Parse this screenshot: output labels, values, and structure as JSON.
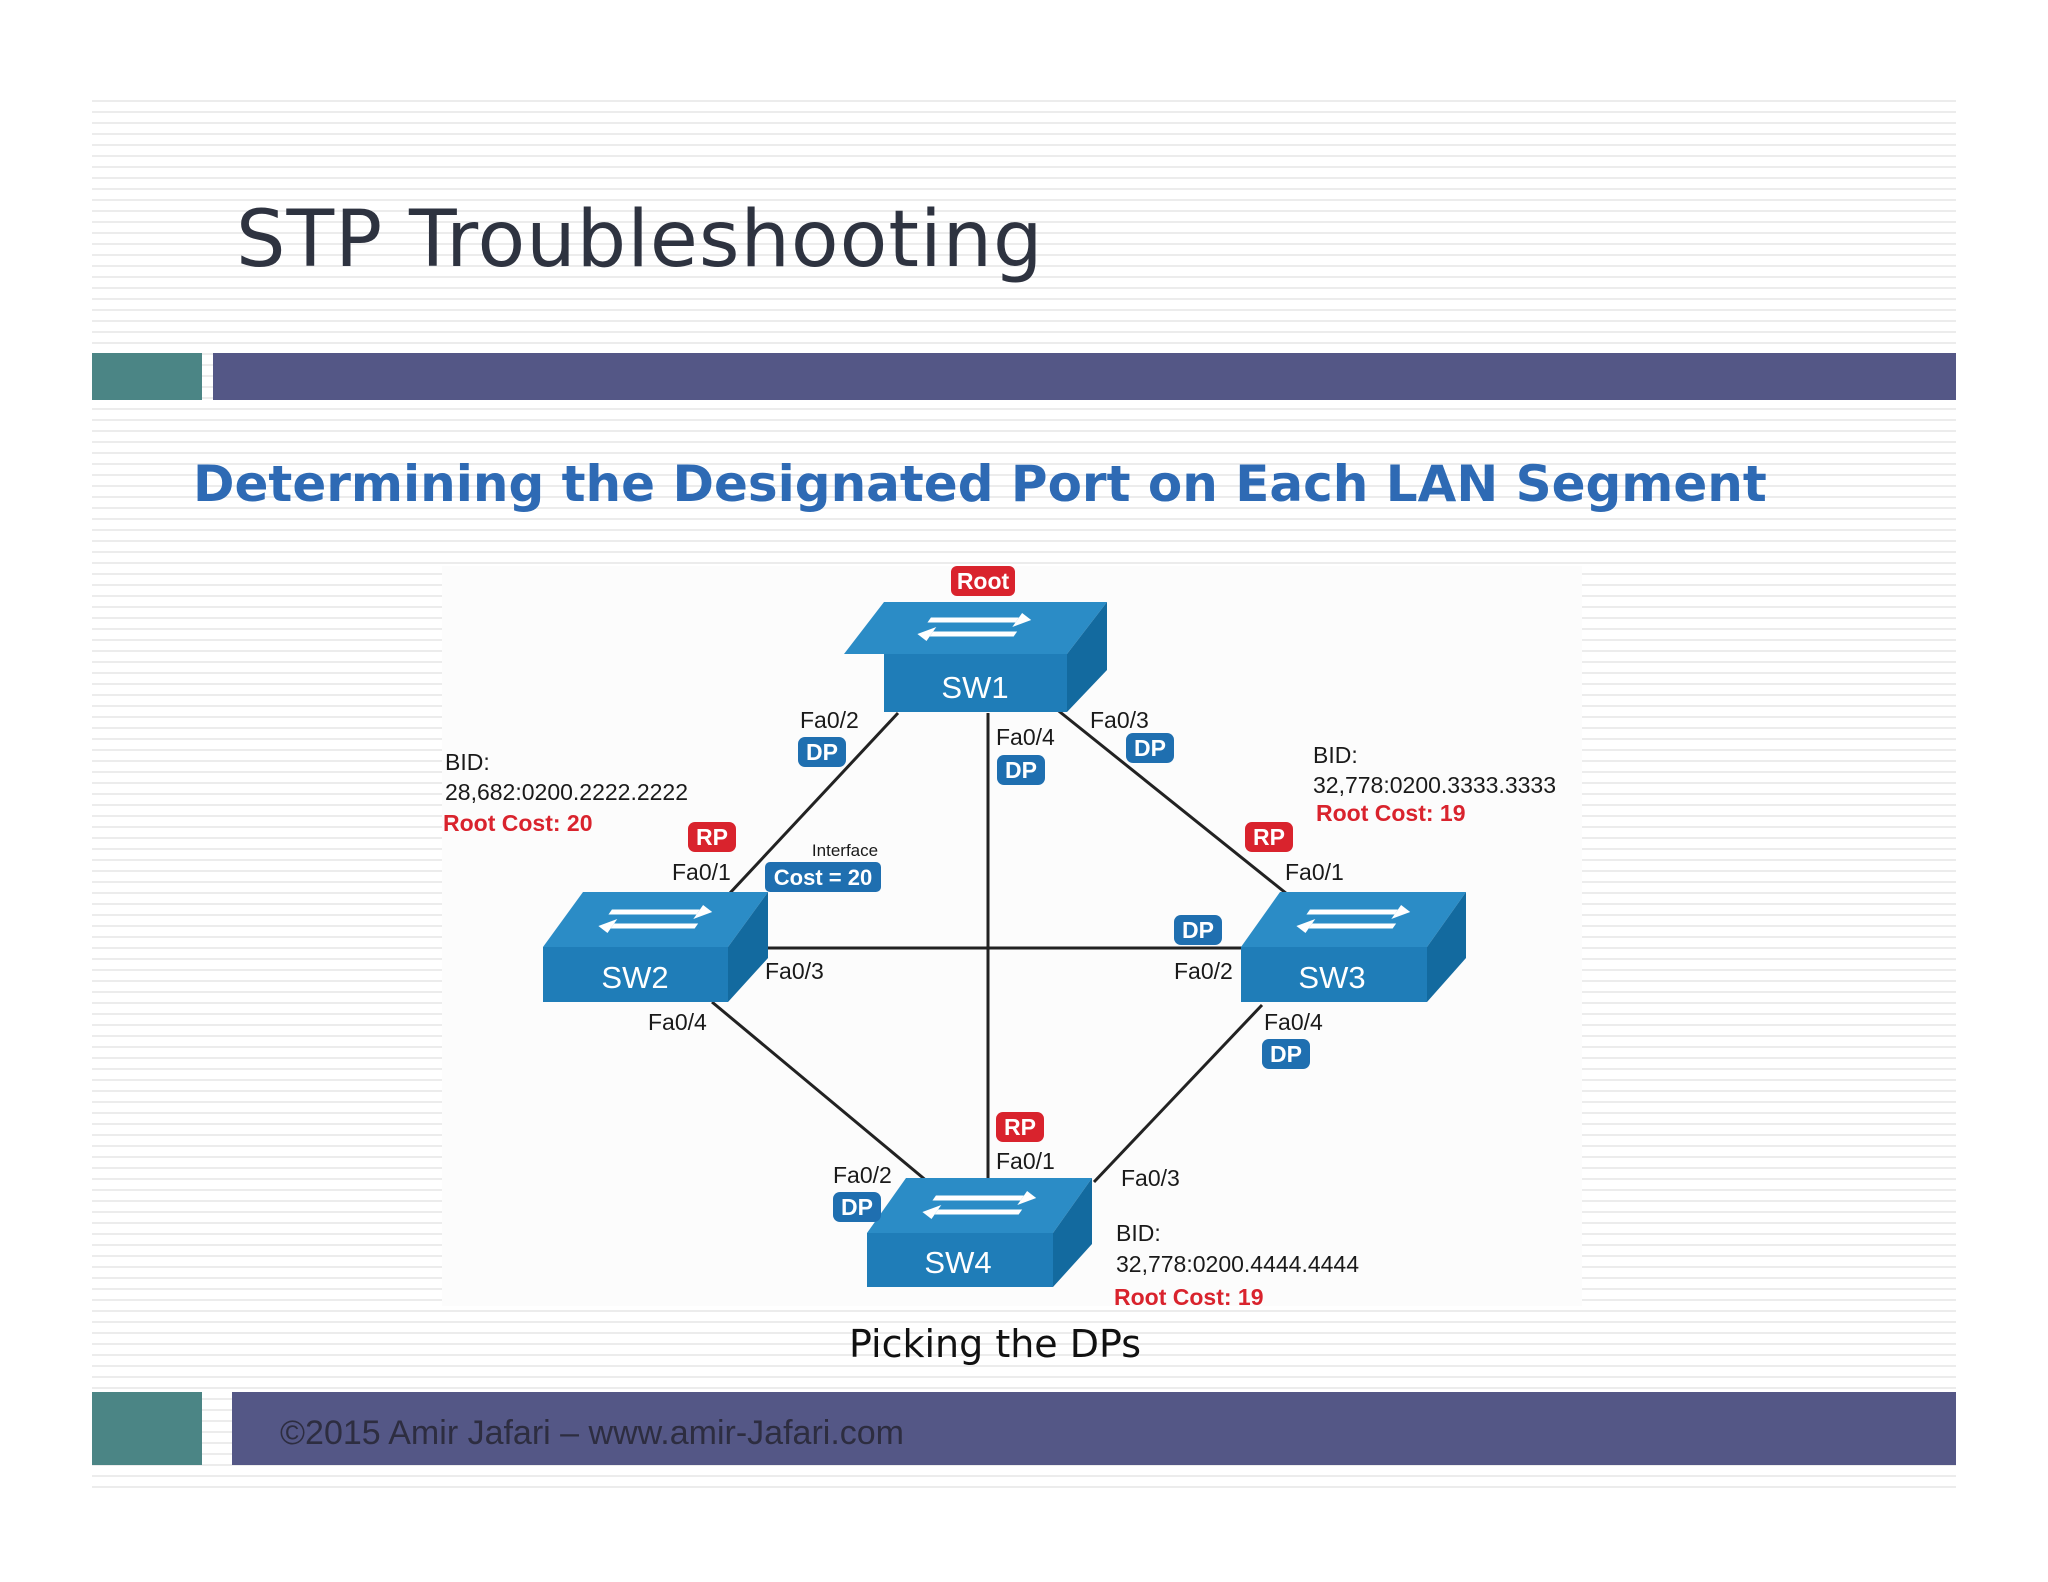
{
  "slide": {
    "title": "STP Troubleshooting",
    "subtitle": "Determining the Designated Port on Each LAN Segment",
    "caption": "Picking the DPs",
    "footer": "©2015 Amir Jafari – www.amir-Jafari.com",
    "colors": {
      "title_text": "#2e3340",
      "subtitle_text": "#2e6ab4",
      "bar_teal": "#4b8585",
      "bar_indigo": "#545786",
      "switch_blue": "#1f7db8",
      "dp_badge": "#1f6fb0",
      "rp_badge": "#d9232d",
      "root_cost_text": "#d9232d"
    }
  },
  "diagram": {
    "root_badge": "Root",
    "switches": {
      "sw1": {
        "name": "SW1"
      },
      "sw2": {
        "name": "SW2",
        "bid_label": "BID:",
        "bid_value": "28,682:0200.2222.2222",
        "root_cost": "Root Cost: 20"
      },
      "sw3": {
        "name": "SW3",
        "bid_label": "BID:",
        "bid_value": "32,778:0200.3333.3333",
        "root_cost": "Root Cost: 19"
      },
      "sw4": {
        "name": "SW4",
        "bid_label": "BID:",
        "bid_value": "32,778:0200.4444.4444",
        "root_cost": "Root Cost: 19"
      }
    },
    "ports": {
      "sw1_fa02": "Fa0/2",
      "sw1_fa04": "Fa0/4",
      "sw1_fa03": "Fa0/3",
      "sw2_fa01": "Fa0/1",
      "sw2_fa03": "Fa0/3",
      "sw2_fa04": "Fa0/4",
      "sw3_fa01": "Fa0/1",
      "sw3_fa02": "Fa0/2",
      "sw3_fa04": "Fa0/4",
      "sw4_fa02": "Fa0/2",
      "sw4_fa01": "Fa0/1",
      "sw4_fa03": "Fa0/3"
    },
    "badges": {
      "dp": "DP",
      "rp": "RP"
    },
    "interface_cost": {
      "label": "Interface",
      "value": "Cost = 20"
    }
  }
}
